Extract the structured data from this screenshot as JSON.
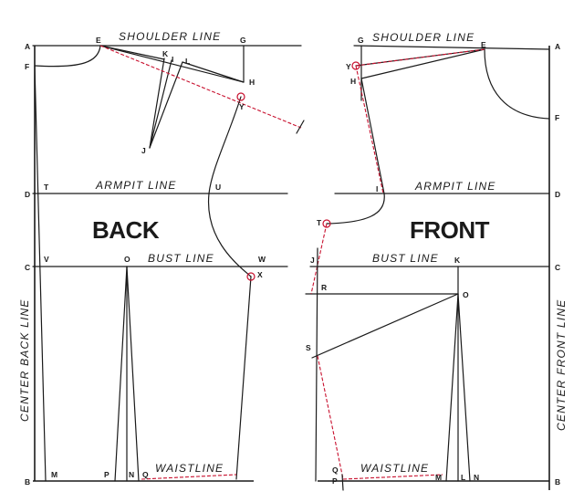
{
  "titles": {
    "back": "BACK",
    "front": "FRONT",
    "shoulder_back": "SHOULDER LINE",
    "shoulder_front": "SHOULDER LINE",
    "armpit_back": "ARMPIT LINE",
    "armpit_front": "ARMPIT LINE",
    "bust_back": "BUST LINE",
    "bust_front": "BUST LINE",
    "waist_back": "WAISTLINE",
    "waist_front": "WAISTLINE",
    "center_back": "CENTER BACK LINE",
    "center_front": "CENTER FRONT LINE"
  },
  "back_points": {
    "A": "A",
    "F": "F",
    "D": "D",
    "C": "C",
    "B": "B",
    "E": "E",
    "G": "G",
    "K": "K",
    "I": "I",
    "L": "L",
    "H": "H",
    "Y": "Y",
    "J": "J",
    "T": "T",
    "U": "U",
    "V": "V",
    "O": "O",
    "W": "W",
    "X": "X",
    "M": "M",
    "P": "P",
    "N": "N",
    "Q": "Q"
  },
  "front_points": {
    "G": "G",
    "E": "E",
    "A": "A",
    "Y": "Y",
    "H": "H",
    "F": "F",
    "I": "I",
    "D": "D",
    "T": "T",
    "J": "J",
    "K": "K",
    "C": "C",
    "R": "R",
    "O": "O",
    "S": "S",
    "Q": "Q",
    "P": "P",
    "M": "M",
    "L": "L",
    "N": "N",
    "B": "B"
  },
  "colors": {
    "line": "#1a1a1a",
    "accent": "#c8102e"
  }
}
